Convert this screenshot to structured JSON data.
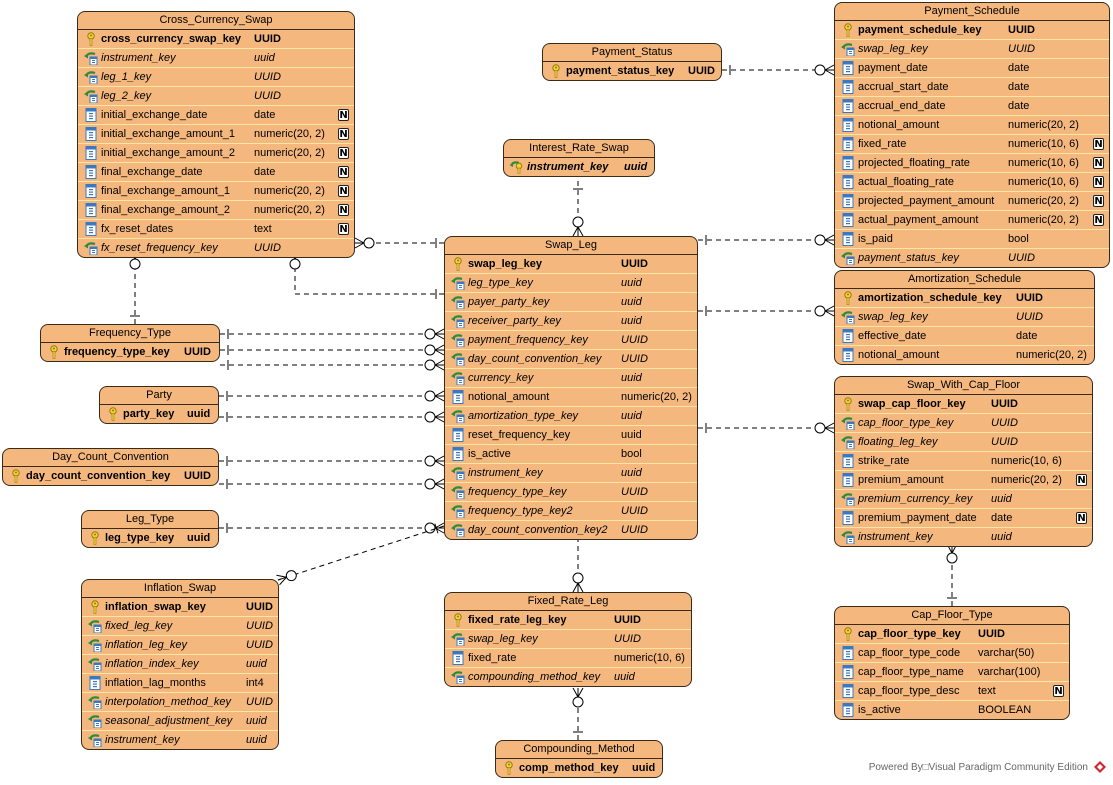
{
  "footer": {
    "text": "Powered By□Visual Paradigm Community Edition",
    "logo_icon": "visual-paradigm-logo-icon"
  },
  "entities": [
    {
      "id": "cross_currency_swap",
      "title": "Cross_Currency_Swap",
      "rows": [
        {
          "name": "cross_currency_swap_key",
          "type": "UUID",
          "kind": "pk"
        },
        {
          "name": "instrument_key",
          "type": "uuid",
          "kind": "fk"
        },
        {
          "name": "leg_1_key",
          "type": "UUID",
          "kind": "fk"
        },
        {
          "name": "leg_2_key",
          "type": "UUID",
          "kind": "fk"
        },
        {
          "name": "initial_exchange_date",
          "type": "date",
          "kind": "col",
          "nullable": true
        },
        {
          "name": "initial_exchange_amount_1",
          "type": "numeric(20, 2)",
          "kind": "col",
          "nullable": true
        },
        {
          "name": "initial_exchange_amount_2",
          "type": "numeric(20, 2)",
          "kind": "col",
          "nullable": true
        },
        {
          "name": "final_exchange_date",
          "type": "date",
          "kind": "col",
          "nullable": true
        },
        {
          "name": "final_exchange_amount_1",
          "type": "numeric(20, 2)",
          "kind": "col",
          "nullable": true
        },
        {
          "name": "final_exchange_amount_2",
          "type": "numeric(20, 2)",
          "kind": "col",
          "nullable": true
        },
        {
          "name": "fx_reset_dates",
          "type": "text",
          "kind": "col",
          "nullable": true
        },
        {
          "name": "fx_reset_frequency_key",
          "type": "UUID",
          "kind": "fk"
        }
      ]
    },
    {
      "id": "payment_status",
      "title": "Payment_Status",
      "rows": [
        {
          "name": "payment_status_key",
          "type": "UUID",
          "kind": "pk"
        }
      ]
    },
    {
      "id": "interest_rate_swap",
      "title": "Interest_Rate_Swap",
      "rows": [
        {
          "name": "instrument_key",
          "type": "uuid",
          "kind": "pkfk"
        }
      ]
    },
    {
      "id": "payment_schedule",
      "title": "Payment_Schedule",
      "rows": [
        {
          "name": "payment_schedule_key",
          "type": "UUID",
          "kind": "pk"
        },
        {
          "name": "swap_leg_key",
          "type": "UUID",
          "kind": "fk"
        },
        {
          "name": "payment_date",
          "type": "date",
          "kind": "col"
        },
        {
          "name": "accrual_start_date",
          "type": "date",
          "kind": "col"
        },
        {
          "name": "accrual_end_date",
          "type": "date",
          "kind": "col"
        },
        {
          "name": "notional_amount",
          "type": "numeric(20, 2)",
          "kind": "col"
        },
        {
          "name": "fixed_rate",
          "type": "numeric(10, 6)",
          "kind": "col",
          "nullable": true
        },
        {
          "name": "projected_floating_rate",
          "type": "numeric(10, 6)",
          "kind": "col",
          "nullable": true
        },
        {
          "name": "actual_floating_rate",
          "type": "numeric(10, 6)",
          "kind": "col",
          "nullable": true
        },
        {
          "name": "projected_payment_amount",
          "type": "numeric(20, 2)",
          "kind": "col",
          "nullable": true
        },
        {
          "name": "actual_payment_amount",
          "type": "numeric(20, 2)",
          "kind": "col",
          "nullable": true
        },
        {
          "name": "is_paid",
          "type": "bool",
          "kind": "col"
        },
        {
          "name": "payment_status_key",
          "type": "UUID",
          "kind": "fk"
        }
      ]
    },
    {
      "id": "swap_leg",
      "title": "Swap_Leg",
      "rows": [
        {
          "name": "swap_leg_key",
          "type": "UUID",
          "kind": "pk"
        },
        {
          "name": "leg_type_key",
          "type": "uuid",
          "kind": "fk"
        },
        {
          "name": "payer_party_key",
          "type": "uuid",
          "kind": "fk"
        },
        {
          "name": "receiver_party_key",
          "type": "uuid",
          "kind": "fk"
        },
        {
          "name": "payment_frequency_key",
          "type": "UUID",
          "kind": "fk"
        },
        {
          "name": "day_count_convention_key",
          "type": "UUID",
          "kind": "fk"
        },
        {
          "name": "currency_key",
          "type": "uuid",
          "kind": "fk"
        },
        {
          "name": "notional_amount",
          "type": "numeric(20, 2)",
          "kind": "col"
        },
        {
          "name": "amortization_type_key",
          "type": "uuid",
          "kind": "fk"
        },
        {
          "name": "reset_frequency_key",
          "type": "uuid",
          "kind": "col"
        },
        {
          "name": "is_active",
          "type": "bool",
          "kind": "col"
        },
        {
          "name": "instrument_key",
          "type": "uuid",
          "kind": "fk"
        },
        {
          "name": "frequency_type_key",
          "type": "UUID",
          "kind": "fk"
        },
        {
          "name": "frequency_type_key2",
          "type": "UUID",
          "kind": "fk"
        },
        {
          "name": "day_count_convention_key2",
          "type": "UUID",
          "kind": "fk"
        }
      ]
    },
    {
      "id": "amortization_schedule",
      "title": "Amortization_Schedule",
      "rows": [
        {
          "name": "amortization_schedule_key",
          "type": "UUID",
          "kind": "pk"
        },
        {
          "name": "swap_leg_key",
          "type": "UUID",
          "kind": "fk"
        },
        {
          "name": "effective_date",
          "type": "date",
          "kind": "col"
        },
        {
          "name": "notional_amount",
          "type": "numeric(20, 2)",
          "kind": "col"
        }
      ]
    },
    {
      "id": "frequency_type",
      "title": "Frequency_Type",
      "rows": [
        {
          "name": "frequency_type_key",
          "type": "UUID",
          "kind": "pk"
        }
      ]
    },
    {
      "id": "party",
      "title": "Party",
      "rows": [
        {
          "name": "party_key",
          "type": "uuid",
          "kind": "pk"
        }
      ]
    },
    {
      "id": "day_count_convention",
      "title": "Day_Count_Convention",
      "rows": [
        {
          "name": "day_count_convention_key",
          "type": "UUID",
          "kind": "pk"
        }
      ]
    },
    {
      "id": "leg_type",
      "title": "Leg_Type",
      "rows": [
        {
          "name": "leg_type_key",
          "type": "uuid",
          "kind": "pk"
        }
      ]
    },
    {
      "id": "swap_with_cap_floor",
      "title": "Swap_With_Cap_Floor",
      "rows": [
        {
          "name": "swap_cap_floor_key",
          "type": "UUID",
          "kind": "pk"
        },
        {
          "name": "cap_floor_type_key",
          "type": "UUID",
          "kind": "fk"
        },
        {
          "name": "floating_leg_key",
          "type": "UUID",
          "kind": "fk"
        },
        {
          "name": "strike_rate",
          "type": "numeric(10, 6)",
          "kind": "col"
        },
        {
          "name": "premium_amount",
          "type": "numeric(20, 2)",
          "kind": "col",
          "nullable": true
        },
        {
          "name": "premium_currency_key",
          "type": "uuid",
          "kind": "fk"
        },
        {
          "name": "premium_payment_date",
          "type": "date",
          "kind": "col",
          "nullable": true
        },
        {
          "name": "instrument_key",
          "type": "uuid",
          "kind": "fk"
        }
      ]
    },
    {
      "id": "inflation_swap",
      "title": "Inflation_Swap",
      "rows": [
        {
          "name": "inflation_swap_key",
          "type": "UUID",
          "kind": "pk"
        },
        {
          "name": "fixed_leg_key",
          "type": "UUID",
          "kind": "fk"
        },
        {
          "name": "inflation_leg_key",
          "type": "UUID",
          "kind": "fk"
        },
        {
          "name": "inflation_index_key",
          "type": "uuid",
          "kind": "fk"
        },
        {
          "name": "inflation_lag_months",
          "type": "int4",
          "kind": "col"
        },
        {
          "name": "interpolation_method_key",
          "type": "UUID",
          "kind": "fk"
        },
        {
          "name": "seasonal_adjustment_key",
          "type": "uuid",
          "kind": "fk"
        },
        {
          "name": "instrument_key",
          "type": "uuid",
          "kind": "fk"
        }
      ]
    },
    {
      "id": "fixed_rate_leg",
      "title": "Fixed_Rate_Leg",
      "rows": [
        {
          "name": "fixed_rate_leg_key",
          "type": "UUID",
          "kind": "pk"
        },
        {
          "name": "swap_leg_key",
          "type": "UUID",
          "kind": "fk"
        },
        {
          "name": "fixed_rate",
          "type": "numeric(10, 6)",
          "kind": "col"
        },
        {
          "name": "compounding_method_key",
          "type": "uuid",
          "kind": "fk"
        }
      ]
    },
    {
      "id": "compounding_method",
      "title": "Compounding_Method",
      "rows": [
        {
          "name": "comp_method_key",
          "type": "uuid",
          "kind": "pk"
        }
      ]
    },
    {
      "id": "cap_floor_type",
      "title": "Cap_Floor_Type",
      "rows": [
        {
          "name": "cap_floor_type_key",
          "type": "UUID",
          "kind": "pk"
        },
        {
          "name": "cap_floor_type_code",
          "type": "varchar(50)",
          "kind": "col"
        },
        {
          "name": "cap_floor_type_name",
          "type": "varchar(100)",
          "kind": "col"
        },
        {
          "name": "cap_floor_type_desc",
          "type": "text",
          "kind": "col",
          "nullable": true
        },
        {
          "name": "is_active",
          "type": "BOOLEAN",
          "kind": "col"
        }
      ]
    }
  ],
  "nullable_marker": "N",
  "relationships": [
    {
      "from": "payment_status",
      "to": "payment_schedule",
      "cardinality": "one-to-zero-or-many"
    },
    {
      "from": "swap_leg",
      "to": "payment_schedule",
      "cardinality": "one-to-zero-or-many"
    },
    {
      "from": "swap_leg",
      "to": "amortization_schedule",
      "cardinality": "one-to-zero-or-many"
    },
    {
      "from": "swap_leg",
      "to": "swap_with_cap_floor",
      "cardinality": "one-to-zero-or-many"
    },
    {
      "from": "swap_leg",
      "to": "cross_currency_swap",
      "cardinality": "one-to-zero-or-many"
    },
    {
      "from": "swap_leg",
      "to": "cross_currency_swap",
      "cardinality": "one-to-zero-or-many"
    },
    {
      "from": "frequency_type",
      "to": "cross_currency_swap",
      "cardinality": "one-to-zero-or-many"
    },
    {
      "from": "interest_rate_swap",
      "to": "swap_leg",
      "cardinality": "one-to-zero-or-many"
    },
    {
      "from": "frequency_type",
      "to": "swap_leg",
      "cardinality": "one-to-zero-or-many"
    },
    {
      "from": "frequency_type",
      "to": "swap_leg",
      "cardinality": "one-to-zero-or-many"
    },
    {
      "from": "frequency_type",
      "to": "swap_leg",
      "cardinality": "one-to-zero-or-many"
    },
    {
      "from": "party",
      "to": "swap_leg",
      "cardinality": "one-to-zero-or-many"
    },
    {
      "from": "party",
      "to": "swap_leg",
      "cardinality": "one-to-zero-or-many"
    },
    {
      "from": "day_count_convention",
      "to": "swap_leg",
      "cardinality": "one-to-zero-or-many"
    },
    {
      "from": "day_count_convention",
      "to": "swap_leg",
      "cardinality": "one-to-zero-or-many"
    },
    {
      "from": "leg_type",
      "to": "swap_leg",
      "cardinality": "one-to-zero-or-many"
    },
    {
      "from": "swap_leg",
      "to": "inflation_swap",
      "cardinality": "one-to-zero-or-many"
    },
    {
      "from": "swap_leg",
      "to": "fixed_rate_leg",
      "cardinality": "one-to-zero-or-many"
    },
    {
      "from": "compounding_method",
      "to": "fixed_rate_leg",
      "cardinality": "one-to-zero-or-many"
    },
    {
      "from": "cap_floor_type",
      "to": "swap_with_cap_floor",
      "cardinality": "one-to-zero-or-many"
    }
  ]
}
